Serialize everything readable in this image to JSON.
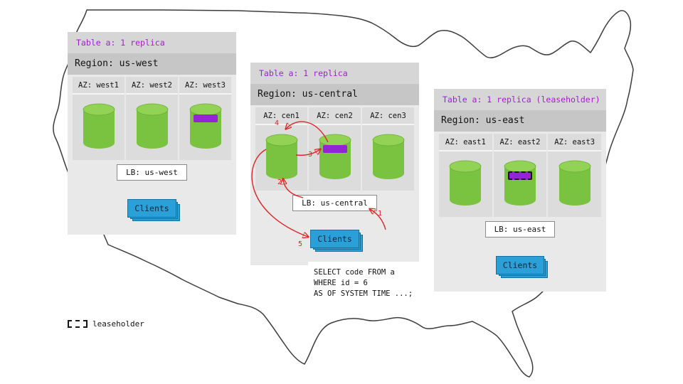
{
  "colors": {
    "replica_band": "#9325d6",
    "table_label_text": "#a01ed2",
    "cylinder_green": "#79c340",
    "clients_blue": "#2b9fd8",
    "arrow_red": "#e02424"
  },
  "legend": {
    "label": "leaseholder"
  },
  "sql_query": {
    "lines": [
      "SELECT code FROM a",
      "WHERE id = 6",
      "AS OF SYSTEM TIME ...;"
    ]
  },
  "flow_step_labels": [
    "1",
    "2",
    "3",
    "4",
    "5"
  ],
  "regions": [
    {
      "table_label": "Table a: 1 replica",
      "region_label": "Region: us-west",
      "lb_label": "LB: us-west",
      "clients_label": "Clients",
      "azs": [
        {
          "label": "AZ: west1",
          "has_replica": false,
          "is_leaseholder": false
        },
        {
          "label": "AZ: west2",
          "has_replica": false,
          "is_leaseholder": false
        },
        {
          "label": "AZ: west3",
          "has_replica": true,
          "is_leaseholder": false
        }
      ]
    },
    {
      "table_label": "Table a: 1 replica",
      "region_label": "Region: us-central",
      "lb_label": "LB: us-central",
      "clients_label": "Clients",
      "azs": [
        {
          "label": "AZ: cen1",
          "has_replica": false,
          "is_leaseholder": false
        },
        {
          "label": "AZ: cen2",
          "has_replica": true,
          "is_leaseholder": false
        },
        {
          "label": "AZ: cen3",
          "has_replica": false,
          "is_leaseholder": false
        }
      ]
    },
    {
      "table_label": "Table a: 1 replica (leaseholder)",
      "region_label": "Region: us-east",
      "lb_label": "LB: us-east",
      "clients_label": "Clients",
      "azs": [
        {
          "label": "AZ: east1",
          "has_replica": false,
          "is_leaseholder": false
        },
        {
          "label": "AZ: east2",
          "has_replica": true,
          "is_leaseholder": true
        },
        {
          "label": "AZ: east3",
          "has_replica": false,
          "is_leaseholder": false
        }
      ]
    }
  ]
}
